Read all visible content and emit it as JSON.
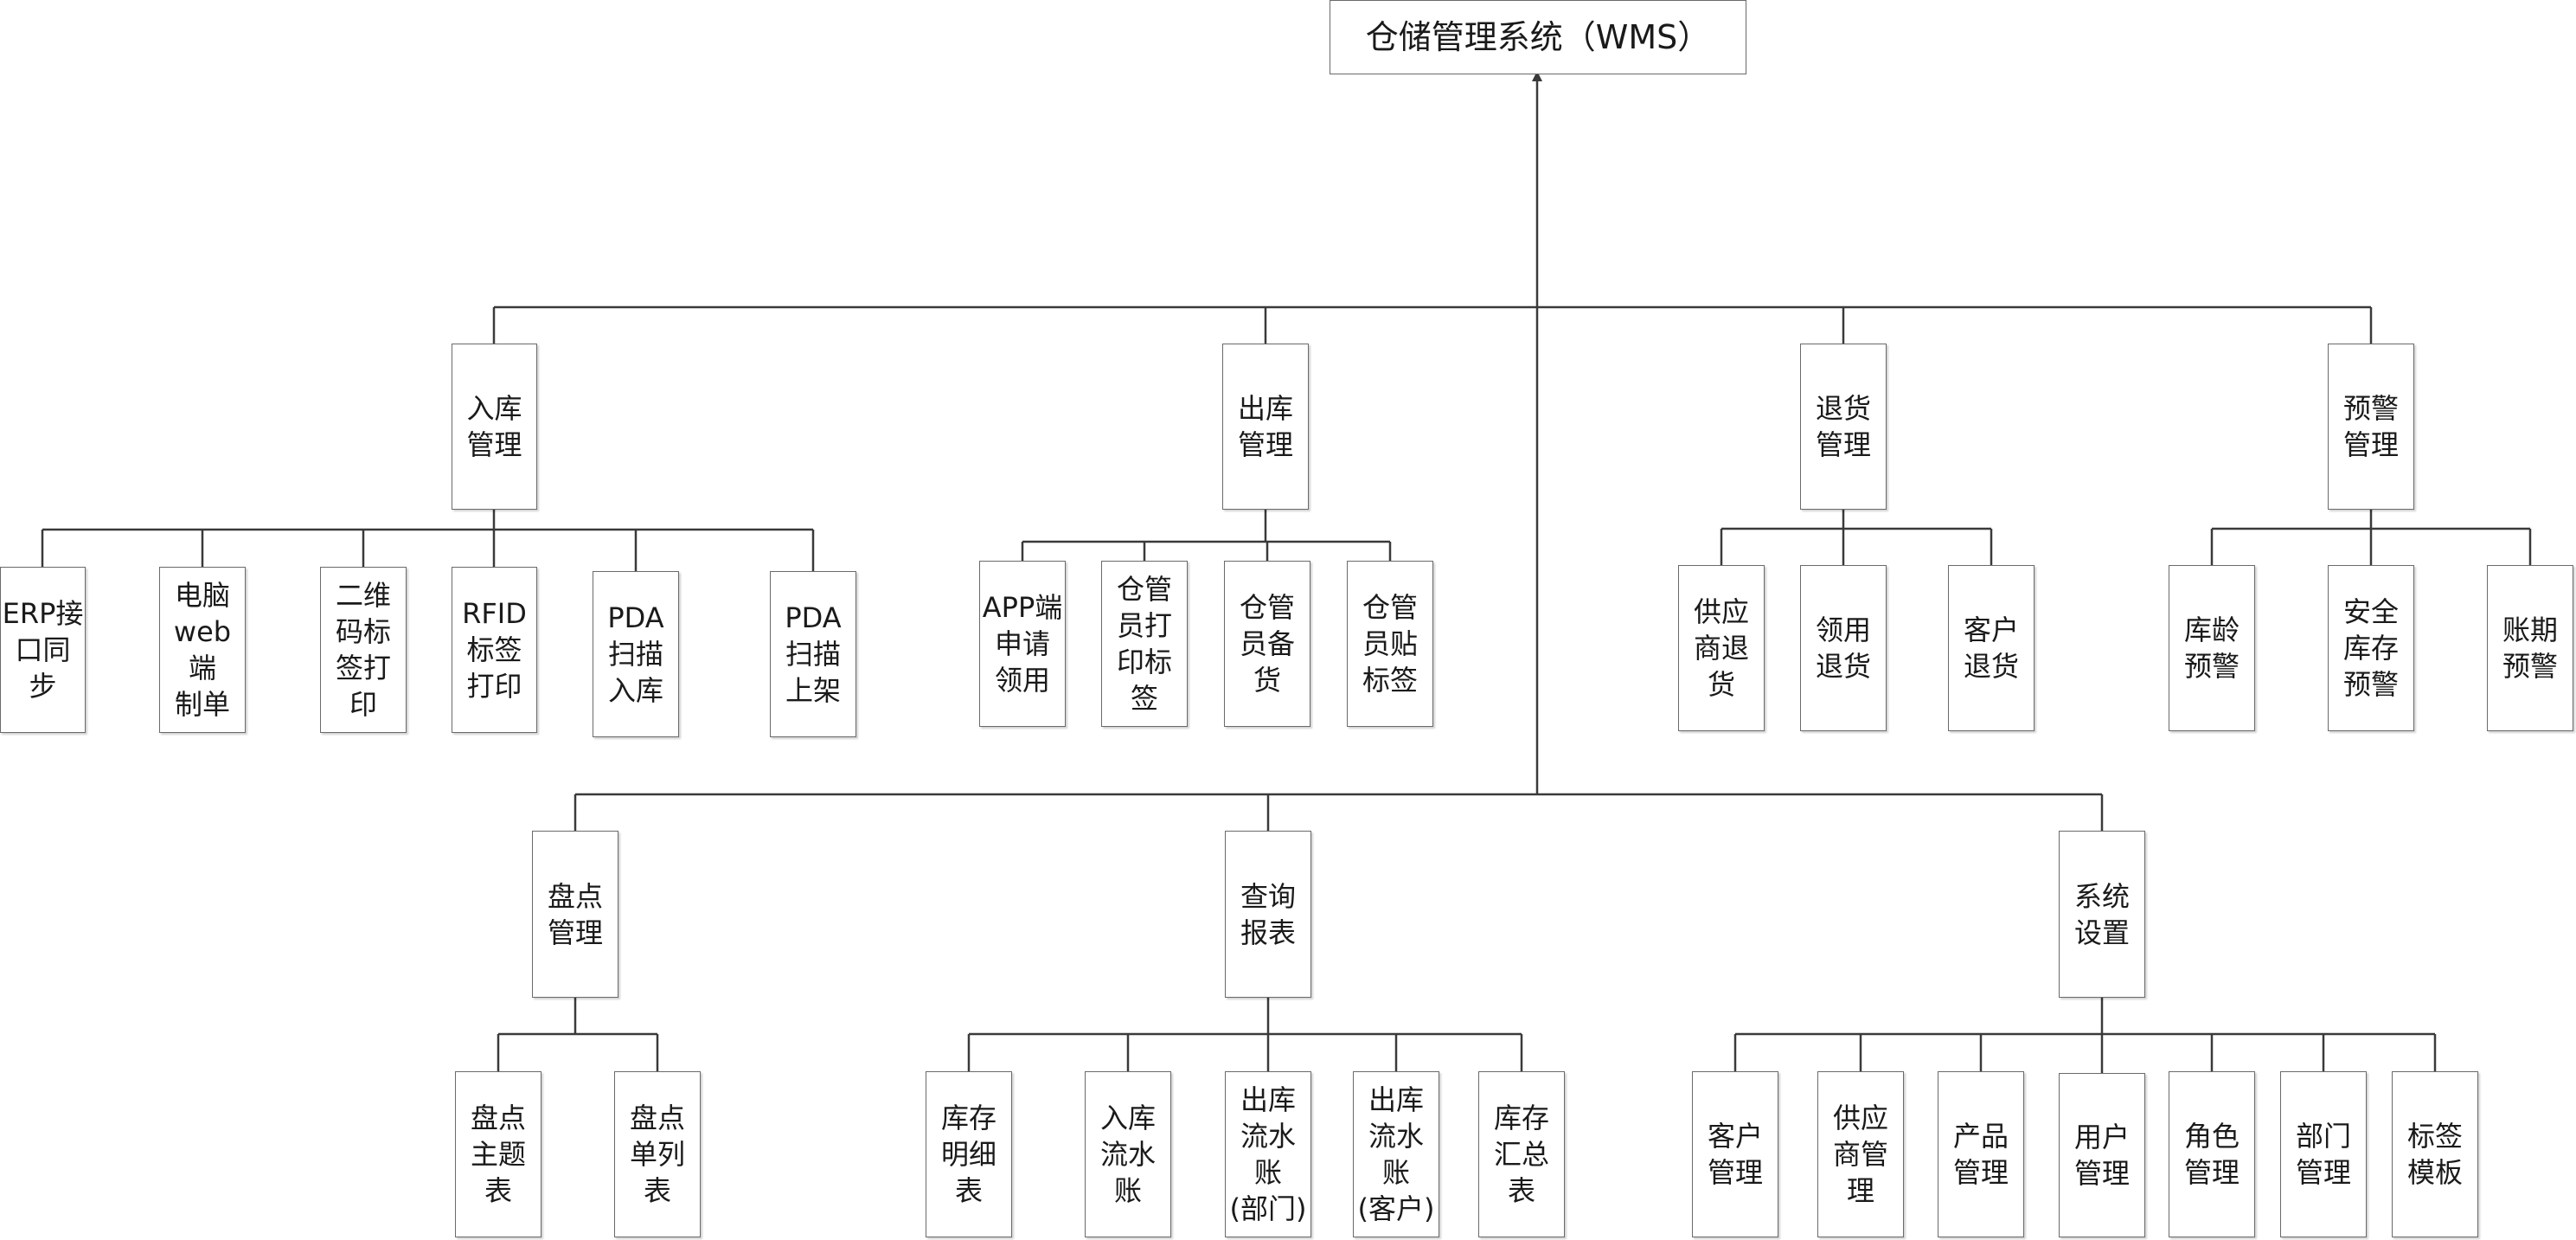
{
  "root": {
    "label": "仓储管理系统（WMS）"
  },
  "modules": {
    "inbound": {
      "label": "入库\n管理",
      "children": [
        "ERP接\n口同\n步",
        "电脑\nweb端\n制单",
        "二维\n码标\n签打\n印",
        "RFID\n标签\n打印",
        "PDA\n扫描\n入库",
        "PDA\n扫描\n上架"
      ]
    },
    "outbound": {
      "label": "出库\n管理",
      "children": [
        "APP端\n申请\n领用",
        "仓管\n员打\n印标\n签",
        "仓管\n员备\n货",
        "仓管\n员贴\n标签"
      ]
    },
    "returns": {
      "label": "退货\n管理",
      "children": [
        "供应\n商退\n货",
        "领用\n退货",
        "客户\n退货"
      ]
    },
    "warning": {
      "label": "预警\n管理",
      "children": [
        "库龄\n预警",
        "安全\n库存\n预警",
        "账期\n预警"
      ]
    },
    "inventory": {
      "label": "盘点\n管理",
      "children": [
        "盘点\n主题\n表",
        "盘点\n单列\n表"
      ]
    },
    "reports": {
      "label": "查询\n报表",
      "children": [
        "库存\n明细\n表",
        "入库\n流水\n账",
        "出库\n流水\n账\n(部门)",
        "出库\n流水\n账\n(客户)",
        "库存\n汇总\n表"
      ]
    },
    "settings": {
      "label": "系统\n设置",
      "children": [
        "客户\n管理",
        "供应\n商管\n理",
        "产品\n管理",
        "用户\n管理",
        "角色\n管理",
        "部门\n管理",
        "标签\n模板"
      ]
    }
  }
}
